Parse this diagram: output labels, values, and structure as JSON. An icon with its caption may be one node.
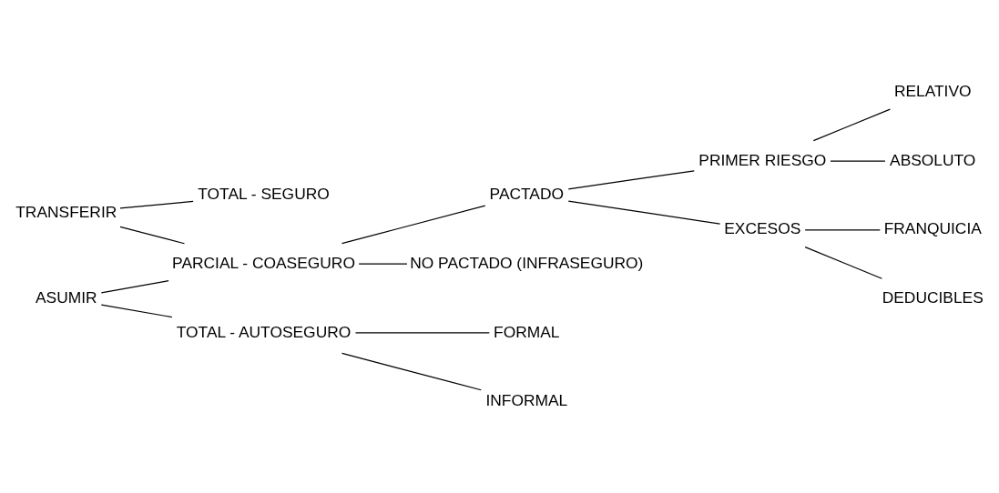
{
  "diagram": {
    "nodes": [
      {
        "text": [
          "TRANSFERIR"
        ]
      },
      {
        "text": [
          "ASUMIR"
        ]
      },
      {
        "text": [
          "TOTAL - SEGURO"
        ]
      },
      {
        "text": [
          "PARCIAL - COASEGURO"
        ]
      },
      {
        "text": [
          "TOTAL - AUTOSEGURO"
        ]
      },
      {
        "text": [
          "PACTADO"
        ]
      },
      {
        "text": [
          "NO PACTADO (INFRASEGURO)"
        ]
      },
      {
        "text": [
          "PRIMER RIESGO"
        ]
      },
      {
        "text": [
          "EXCESOS"
        ]
      },
      {
        "text": [
          "RELATIVO"
        ]
      },
      {
        "text": [
          "ABSOLUTO"
        ]
      },
      {
        "text": [
          "FRANQUICIA"
        ]
      },
      {
        "text": [
          "DEDUCIBLES"
        ]
      },
      {
        "text": [
          "FORMAL"
        ]
      },
      {
        "text": [
          "INFORMAL"
        ]
      }
    ],
    "edges": [
      {
        "from": 0,
        "to": 2,
        "arrow": "none"
      },
      {
        "from": 0,
        "to": 3,
        "arrow": "none"
      },
      {
        "from": 1,
        "to": 3,
        "arrow": "none"
      },
      {
        "from": 1,
        "to": 4,
        "arrow": "none"
      },
      {
        "from": 3,
        "to": 5,
        "arrow": "none"
      },
      {
        "from": 3,
        "to": 6,
        "arrow": "none"
      },
      {
        "from": 5,
        "to": 7,
        "arrow": "none"
      },
      {
        "from": 5,
        "to": 8,
        "arrow": "none"
      },
      {
        "from": 7,
        "to": 9,
        "arrow": "none"
      },
      {
        "from": 7,
        "to": 10,
        "arrow": "none"
      },
      {
        "from": 8,
        "to": 11,
        "arrow": "none"
      },
      {
        "from": 8,
        "to": 12,
        "arrow": "none"
      },
      {
        "from": 4,
        "to": 13,
        "arrow": "none"
      },
      {
        "from": 4,
        "to": 14,
        "arrow": "none"
      }
    ]
  }
}
